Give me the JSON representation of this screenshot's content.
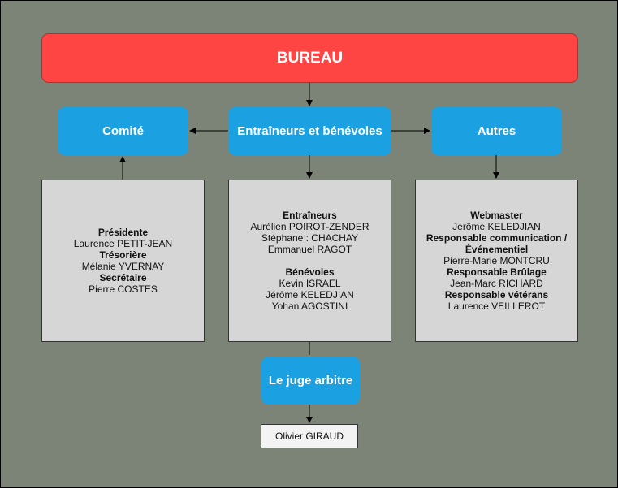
{
  "bureau": "BUREAU",
  "comite": {
    "title": "Comité",
    "lines": [
      {
        "text": "Présidente",
        "bold": true
      },
      {
        "text": "Laurence PETIT-JEAN",
        "bold": false
      },
      {
        "text": "Trésorière",
        "bold": true
      },
      {
        "text": "Mélanie YVERNAY",
        "bold": false
      },
      {
        "text": "Secrétaire",
        "bold": true
      },
      {
        "text": "Pierre COSTES",
        "bold": false
      }
    ]
  },
  "entraineurs": {
    "title": "Entraîneurs et bénévoles",
    "lines": [
      {
        "text": "Entraîneurs",
        "bold": true
      },
      {
        "text": "Aurélien POIROT-ZENDER",
        "bold": false
      },
      {
        "text": "Stéphane : CHACHAY",
        "bold": false
      },
      {
        "text": "Emmanuel RAGOT",
        "bold": false
      },
      {
        "text": "",
        "bold": false
      },
      {
        "text": "Bénévoles",
        "bold": true
      },
      {
        "text": "Kevin ISRAEL",
        "bold": false
      },
      {
        "text": "Jérôme KELEDJIAN",
        "bold": false
      },
      {
        "text": "Yohan AGOSTINI",
        "bold": false
      }
    ]
  },
  "autres": {
    "title": "Autres",
    "lines": [
      {
        "text": "Webmaster",
        "bold": true
      },
      {
        "text": "Jérôme KELEDJIAN",
        "bold": false
      },
      {
        "text": "Responsable communication /",
        "bold": true
      },
      {
        "text": "Événementiel",
        "bold": true
      },
      {
        "text": "Pierre-Marie MONTCRU",
        "bold": false
      },
      {
        "text": "Responsable Brûlage",
        "bold": true
      },
      {
        "text": "Jean-Marc RICHARD",
        "bold": false
      },
      {
        "text": "Responsable vétérans",
        "bold": true
      },
      {
        "text": "Laurence VEILLEROT",
        "bold": false
      }
    ]
  },
  "juge": {
    "title": "Le juge arbitre",
    "name": "Olivier GIRAUD"
  }
}
